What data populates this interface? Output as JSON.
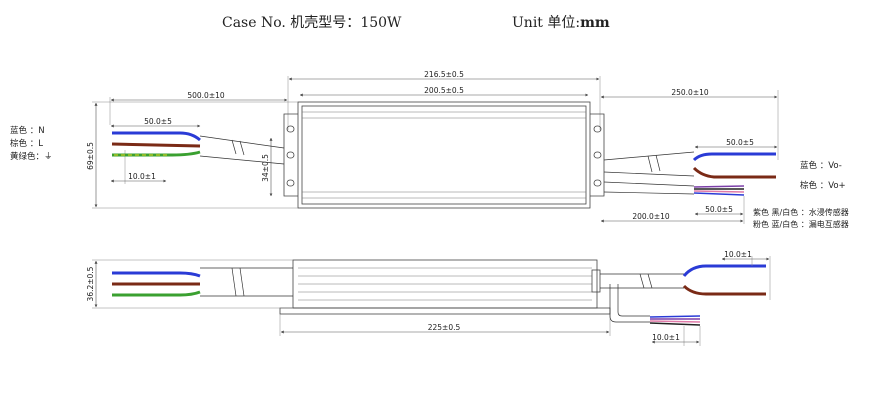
{
  "header": {
    "case_label": "Case No. 机壳型号：",
    "case_value": "150W",
    "unit_label": "Unit 单位:",
    "unit_value": "mm"
  },
  "top_view": {
    "dimensions": {
      "overall_length": "216.5±0.5",
      "body_length": "200.5±0.5",
      "input_cable_length": "500.0±10",
      "output_cable_length": "250.0±10",
      "input_strip_length": "50.0±5",
      "input_tin_length": "10.0±1",
      "height": "69±0.5",
      "mount_height": "34±0.5",
      "output_strip_length": "50.0±5",
      "signal_strip_length": "50.0±5",
      "signal_cable_length": "200.0±10"
    },
    "input_wires": [
      {
        "label": "蓝色 ：N",
        "color": "#2a3bd6"
      },
      {
        "label": "棕色 ：L",
        "color": "#7a2a16"
      },
      {
        "label": "黄绿色：⏚",
        "color": "#3aa030"
      }
    ],
    "output_wires": [
      {
        "label": "蓝色 ：Vo-",
        "color": "#2a3bd6"
      },
      {
        "label": "棕色 ：Vo+",
        "color": "#7a2a16"
      }
    ],
    "signal_wires": [
      {
        "label": "紫色 黑/白色 ：水浸传感器",
        "color": "#7b3fa8"
      },
      {
        "label": "粉色 蓝/白色 ：漏电互感器",
        "color": "#e07aa8"
      }
    ]
  },
  "side_view": {
    "dimensions": {
      "height": "36.2±0.5",
      "base_length": "225±0.5",
      "output_tin_length": "10.0±1",
      "signal_tin_length": "10.0±1"
    }
  }
}
